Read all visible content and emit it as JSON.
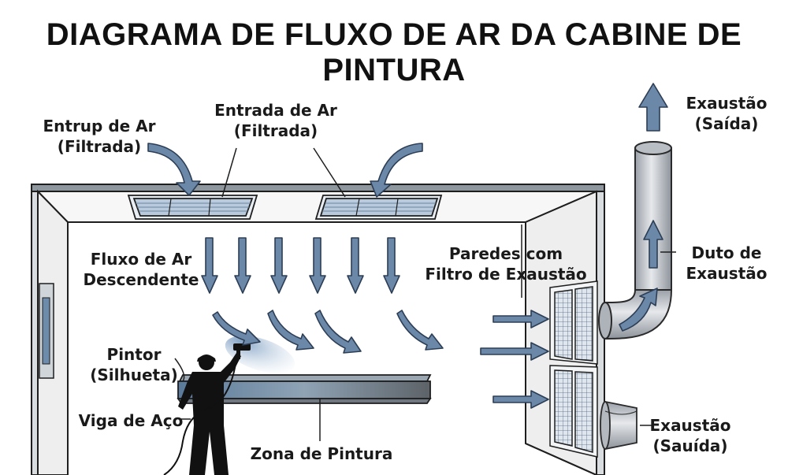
{
  "title": "DIAGRAMA DE FLUXO DE AR DA CABINE DE PINTURA",
  "labels": {
    "intake_left_1": "Entrup de Ar",
    "intake_left_2": "(Filtrada)",
    "intake_center_1": "Entrada de Ar",
    "intake_center_2": "(Filtrada)",
    "downflow_1": "Fluxo de Ar",
    "downflow_2": "Descendente",
    "filter_walls_1": "Paredes com",
    "filter_walls_2": "Filtro de Exaustão",
    "painter_1": "Pintor",
    "painter_2": "(Silhueta)",
    "beam": "Viga de Aço",
    "zone": "Zona de Pintura",
    "exhaust_top_1": "Exaustão",
    "exhaust_top_2": "(Saída)",
    "duct_1": "Duto de",
    "duct_2": "Exaustão",
    "exhaust_bottom_1": "Exaustão",
    "exhaust_bottom_2": "(Sauída)"
  },
  "colors": {
    "arrow_fill": "#6c88a8",
    "arrow_stroke": "#2c3e55",
    "duct": "#c2c6cc",
    "vent": "#c9d6e3",
    "outline": "#1e1e1e"
  }
}
